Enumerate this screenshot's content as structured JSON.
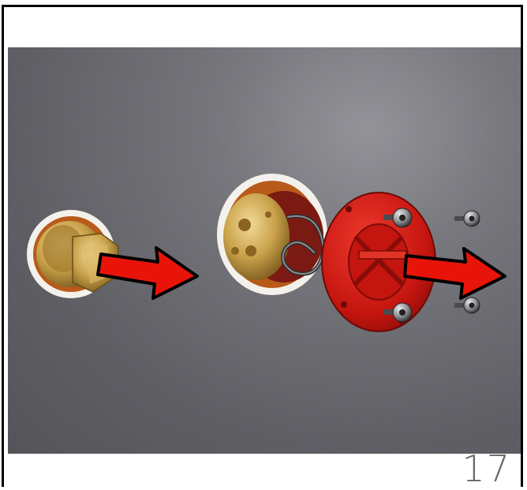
{
  "page": {
    "number": "17"
  },
  "colors": {
    "arrow": "#e8140a",
    "brass": "#c9a24a",
    "cover": "#d41a14",
    "wall": "#5c5d63"
  },
  "parts": [
    {
      "name": "brass-valve-fitting"
    },
    {
      "name": "brass-cartridge-with-clip"
    },
    {
      "name": "red-cover-plate"
    },
    {
      "name": "mounting-screw"
    },
    {
      "name": "mounting-screw"
    }
  ],
  "arrows": [
    {
      "name": "arrow-right-icon",
      "direction": "right"
    },
    {
      "name": "arrow-right-icon",
      "direction": "right"
    }
  ]
}
